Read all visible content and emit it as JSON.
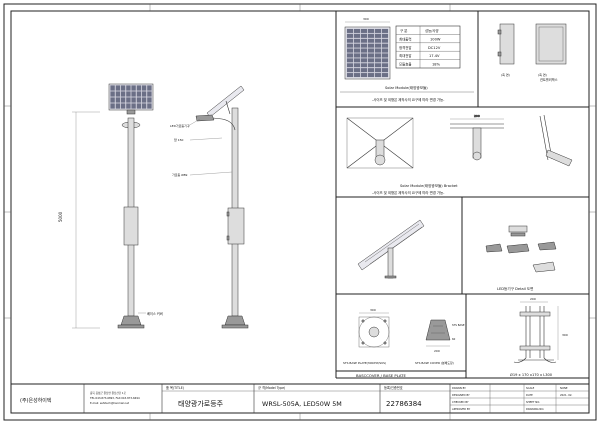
{
  "labels": {
    "solar_module": "Solar Module(태양광모듈)",
    "size_note": "-사이즈 및 외형은 제작사의 요구에 따라 변경 가능-",
    "bracket": "Solar Module(태양광모듈) Bracket",
    "size_note_2": "-사이즈 및 외형은 제작사의 요구에 따라 변경 가능-",
    "led_detail": "LED등기구 Detail 도면",
    "base_plate": "STS BASE PLATE(300X5t/SUS)",
    "base_cover": "STS BASE COVER (분체도장)",
    "basecover_title": "BASCCOVER / BASE PLATE",
    "anchor": "Ø19 x 170 x170 x L300",
    "controller_box": "컨트롤러박스",
    "side_view_1": "(측 면)",
    "side_view_2": "(측 면)",
    "pole_height": "5000",
    "lamp_label": "LED가로등기구",
    "arm_label": "암 150",
    "pole_label": "가로등 Ø89",
    "base_label": "베이스 커버",
    "dim_300": "300",
    "dim_200": "200",
    "dim_60": "60",
    "sts_base": "STS BASE"
  },
  "specs": {
    "header": [
      "구 분",
      "성능/사양"
    ],
    "rows": [
      [
        "최대출력",
        "100W"
      ],
      [
        "정격전압",
        "DC12V"
      ],
      [
        "최대전압",
        "17.4V"
      ],
      [
        "모듈효율",
        "18%"
      ]
    ]
  },
  "title_block": {
    "company": "(주)은성하이텍",
    "address_1": "충북 음성군 원남면 원남산단 1로",
    "address_2": "TEL:043-873-6893, FAX:043-873-6694",
    "address_3": "E-mail: eshitech@hanmail.net",
    "title_label": "품 목(TITLE)",
    "title": "태양광가로등주",
    "model_label": "규 격(Model Type)",
    "model": "WRSL-505A, LED50W 5M",
    "cert_label": "등록/인증번호",
    "cert": "22786384",
    "rev_rows": [
      [
        "DRAWN BY",
        "SCALE",
        "NONE"
      ],
      [
        "DESIGNED BY",
        "DATE",
        "2021. 02."
      ],
      [
        "CHECKED BY",
        "SHEET NO.",
        ""
      ],
      [
        "APPROVED BY",
        "DRAWING NO.",
        ""
      ]
    ]
  }
}
